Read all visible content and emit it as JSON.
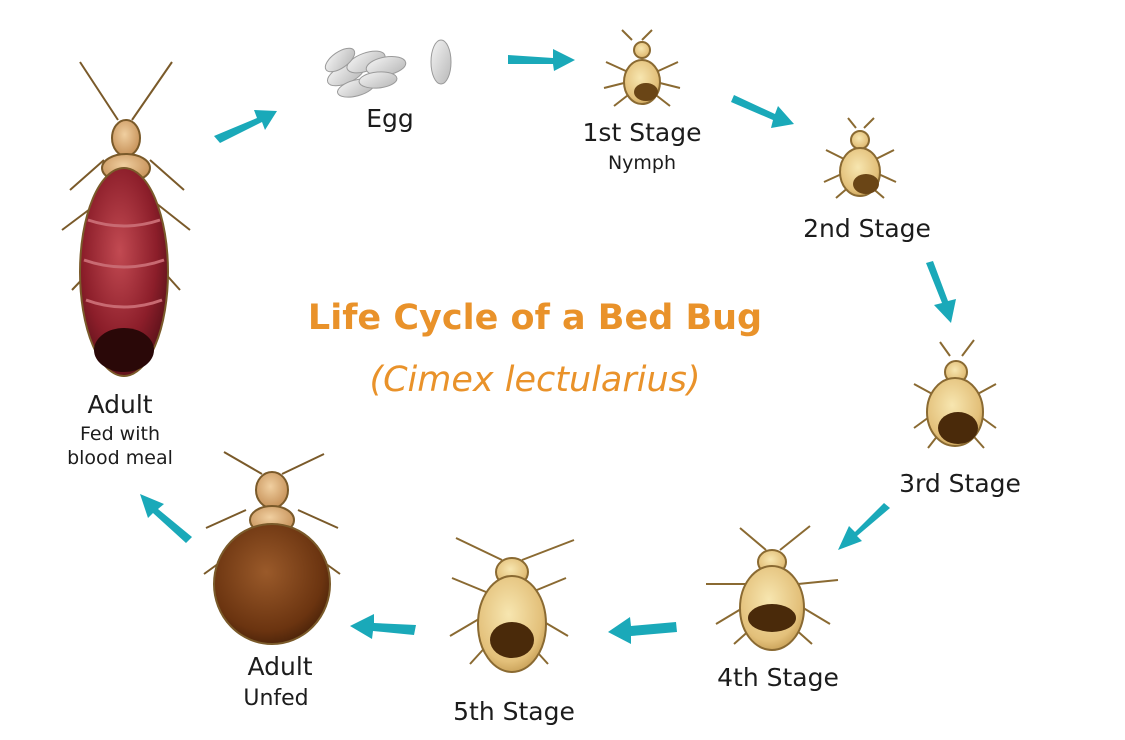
{
  "title": "Life Cycle of a Bed Bug",
  "subtitle": "(Cimex lectularius)",
  "colors": {
    "title": "#e9922a",
    "arrow": "#1aa9b9",
    "label": "#1c1c1c",
    "adult_fed_body": "#8c1e2a",
    "adult_unfed_body": "#6b3410",
    "nymph_body": "#e3c07a"
  },
  "stages": {
    "egg": {
      "label": "Egg"
    },
    "stage1": {
      "label": "1st Stage",
      "sublabel": "Nymph"
    },
    "stage2": {
      "label": "2nd Stage"
    },
    "stage3": {
      "label": "3rd Stage"
    },
    "stage4": {
      "label": "4th Stage"
    },
    "stage5": {
      "label": "5th Stage"
    },
    "adult_unfed": {
      "label": "Adult",
      "sublabel": "Unfed"
    },
    "adult_fed": {
      "label": "Adult",
      "sublabel_line1": "Fed with",
      "sublabel_line2": "blood meal"
    }
  }
}
